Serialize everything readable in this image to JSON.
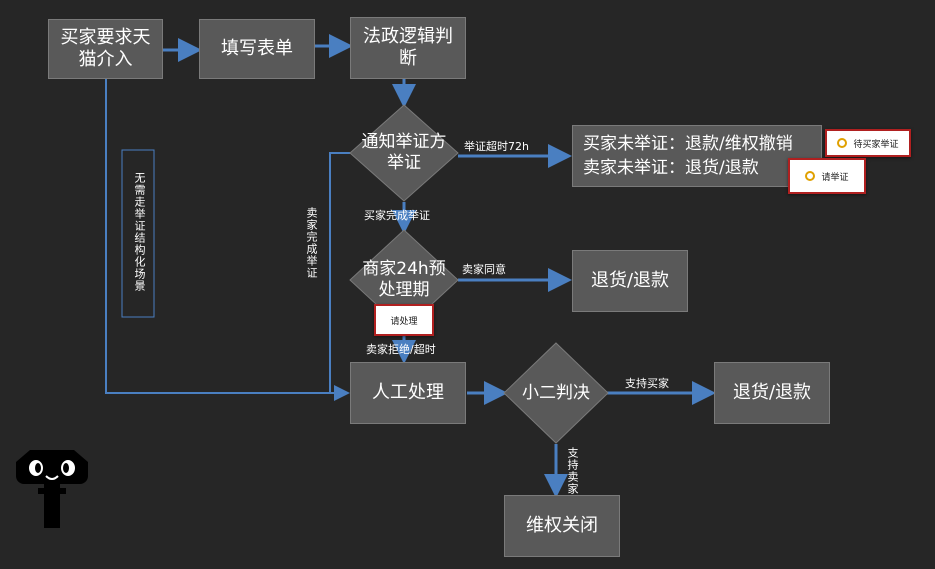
{
  "nodes": {
    "buyer_request": "买家要求天猫介入",
    "fill_form": "填写表单",
    "legal_logic": "法政逻辑判断",
    "notify_evidence": "通知举证方举证",
    "merchant_24h": "商家24h预处理期",
    "manual": "人工处理",
    "xiaoer": "小二判决",
    "close": "维权关闭",
    "refund_return_1": "退货/退款",
    "refund_return_2": "退货/退款",
    "timeout_line1": "买家未举证：退款/维权撤销",
    "timeout_line2": "卖家未举证：退货/退款"
  },
  "edge_labels": {
    "evidence_timeout": "举证超时72h",
    "buyer_done": "买家完成举证",
    "seller_agree": "卖家同意",
    "seller_reject": "卖家拒绝/超时",
    "support_buyer": "支持买家",
    "support_seller": "支持卖家",
    "seller_done": "卖家完成举证",
    "no_evidence_scene": "无需走举证结构化场景"
  },
  "badges": {
    "wait_buyer": "待买家举证",
    "please_evidence": "请举证",
    "handle": "请处理"
  },
  "icons": {
    "mascot": "tmall-cat-icon"
  },
  "colors": {
    "line": "#4a7fc1",
    "box": "#595959",
    "background": "#262626"
  }
}
